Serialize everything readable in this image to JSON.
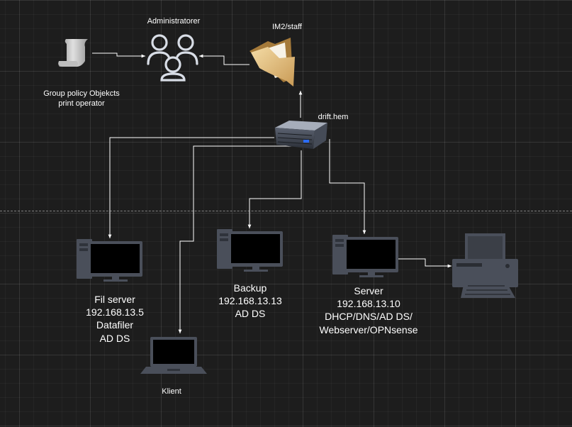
{
  "nodes": {
    "administratorer": {
      "label": "Administratorer"
    },
    "im2_staff": {
      "label": "IM2/staff"
    },
    "group_policy": {
      "lines": [
        "Group policy Objekcts",
        "print operator"
      ]
    },
    "drift_hem": {
      "label": "drift.hem"
    },
    "fil_server": {
      "lines": [
        "Fil server",
        "192.168.13.5",
        "Datafiler",
        "AD DS"
      ]
    },
    "backup": {
      "lines": [
        "Backup",
        "192.168.13.13",
        "AD DS"
      ]
    },
    "server": {
      "lines": [
        "Server",
        "192.168.13.10",
        "DHCP/DNS/AD DS/",
        "Webserver/OPNsense"
      ]
    },
    "klient": {
      "label": "Klient"
    },
    "printer": {}
  },
  "colors": {
    "background": "#1d1d1d",
    "connector": "#ffffff",
    "monitor_frame": "#4a4f5a",
    "screen": "#000000",
    "folder": "#e8c88a"
  }
}
